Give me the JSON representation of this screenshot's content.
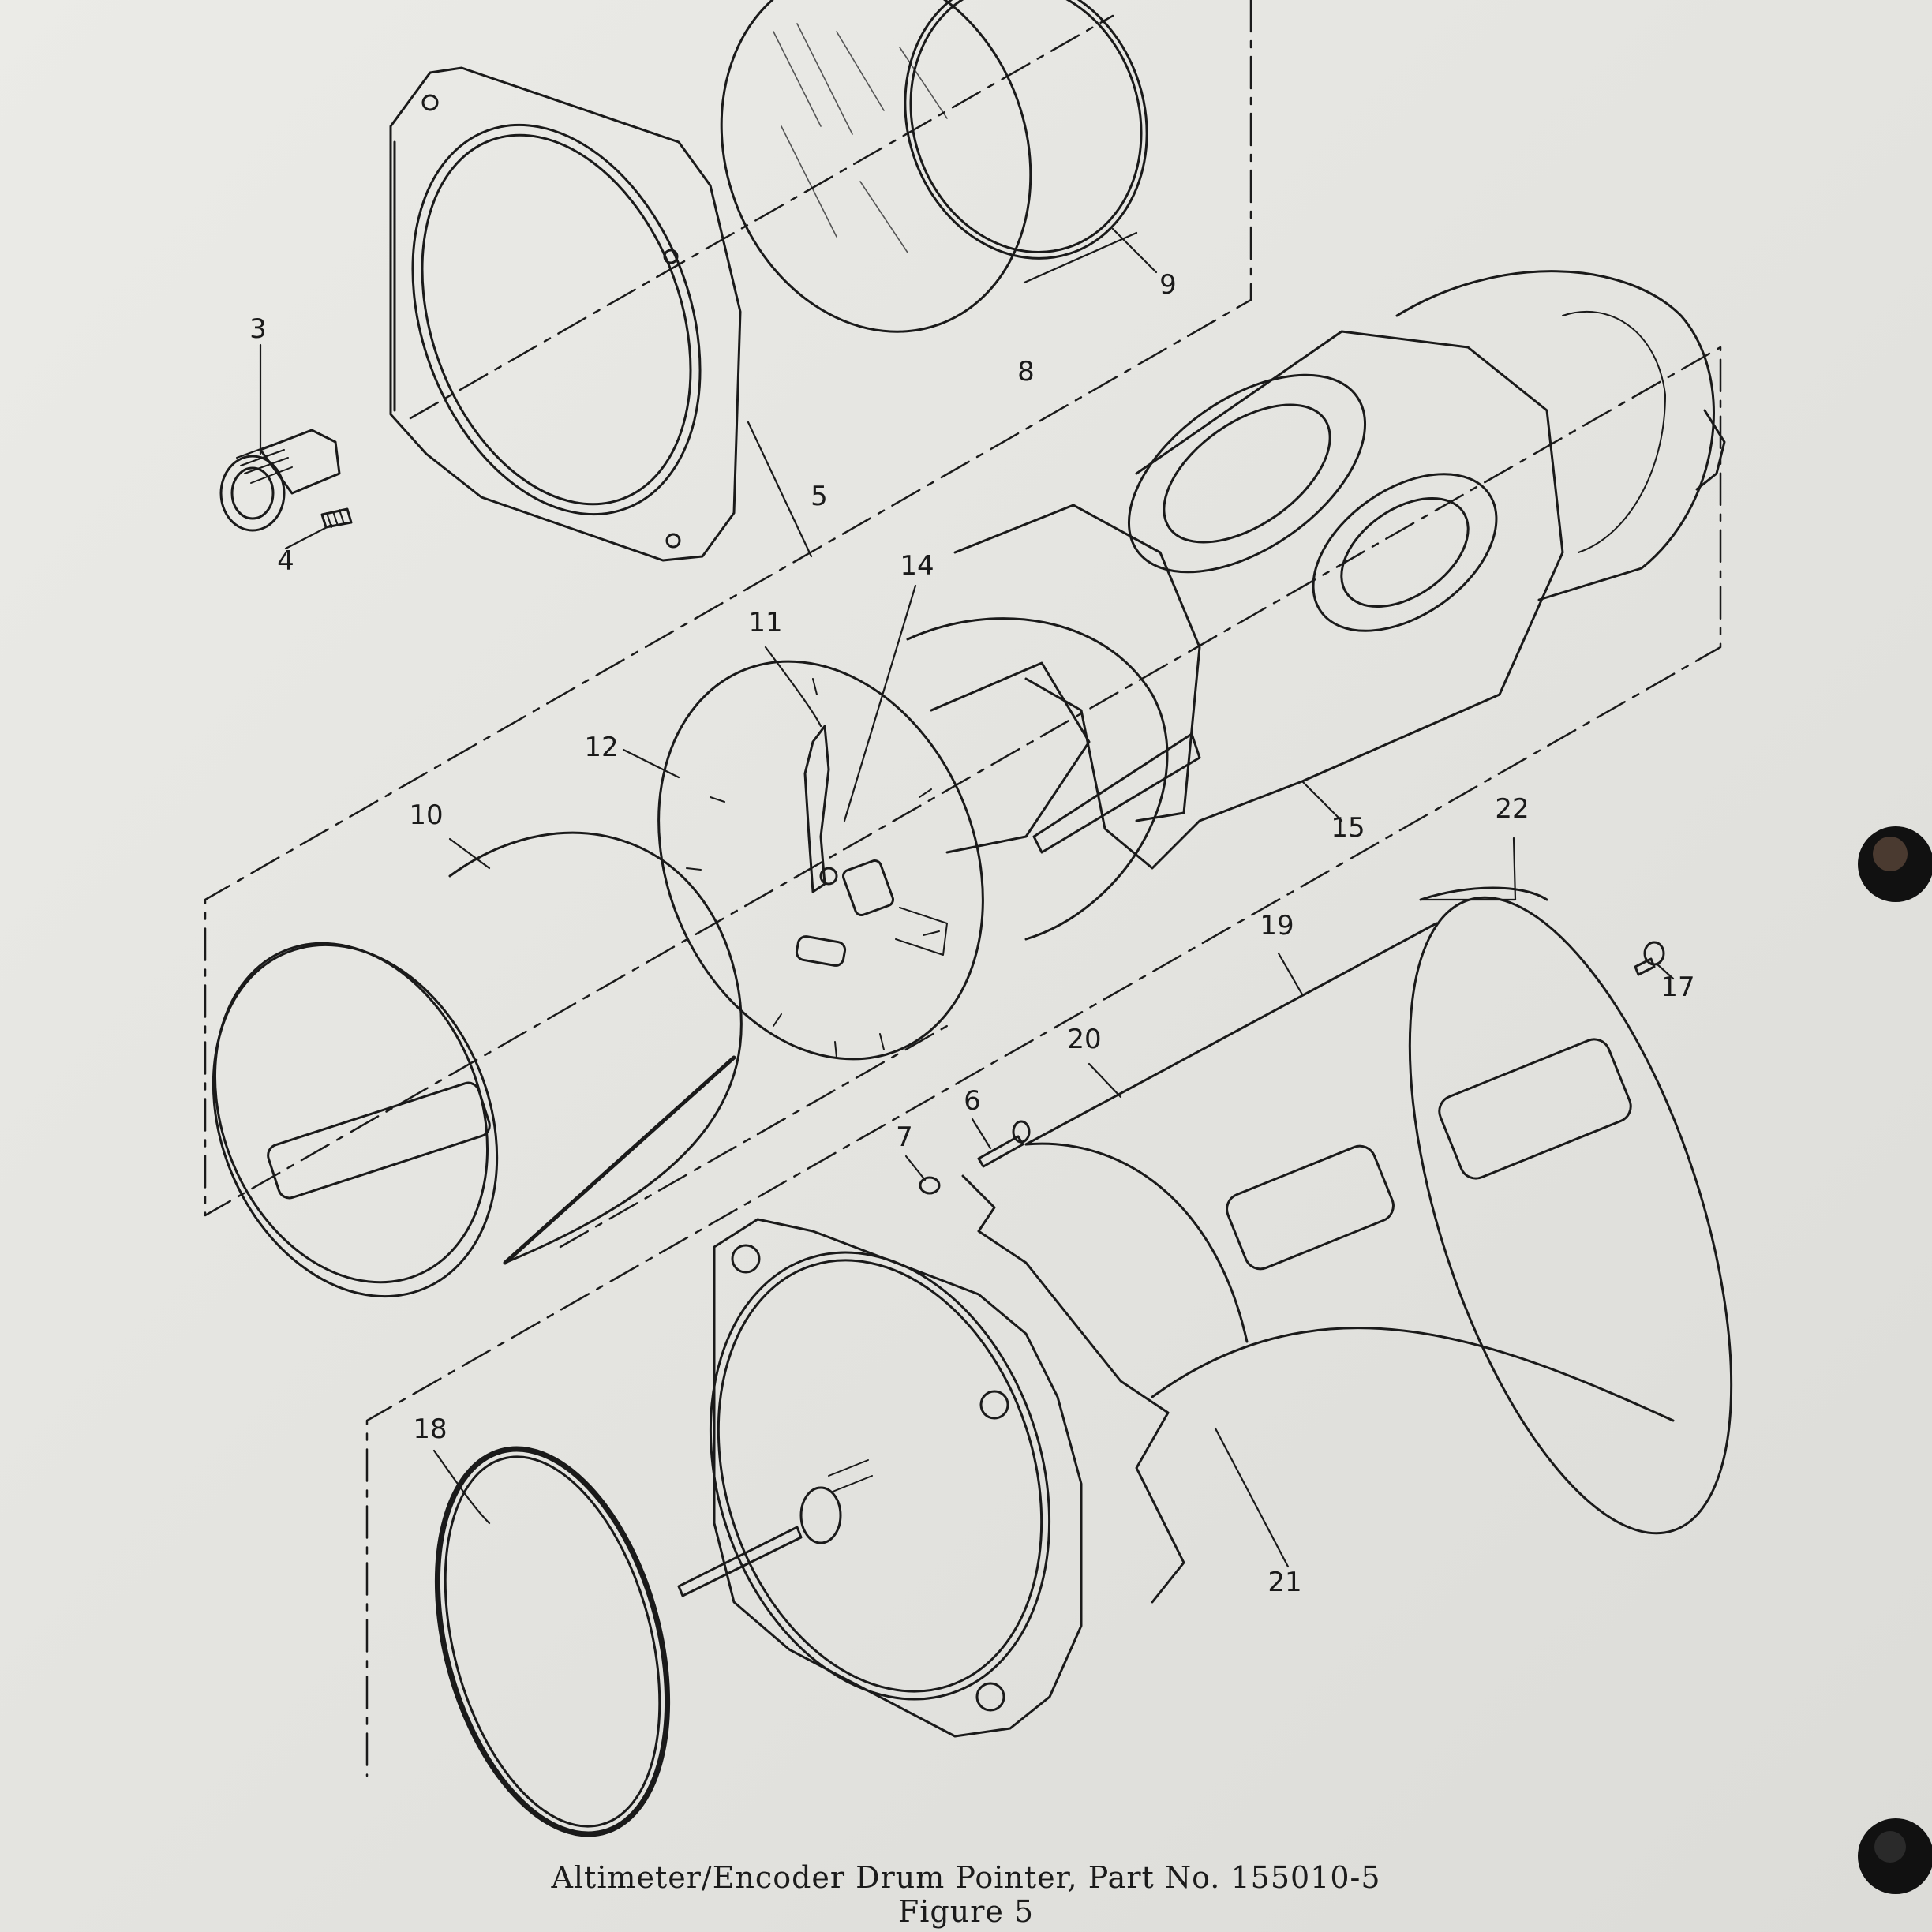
{
  "caption": {
    "title": "Altimeter/Encoder Drum Pointer, Part No. 155010-5",
    "figure": "Figure 5"
  },
  "callouts": [
    "3",
    "4",
    "5",
    "8",
    "9",
    "11",
    "12",
    "14",
    "10",
    "15",
    "22",
    "19",
    "17",
    "20",
    "6",
    "7",
    "18",
    "21"
  ],
  "colors": {
    "paper": "#e6e6e2",
    "ink": "#1a1a1a",
    "binder_hole": "#111111"
  }
}
